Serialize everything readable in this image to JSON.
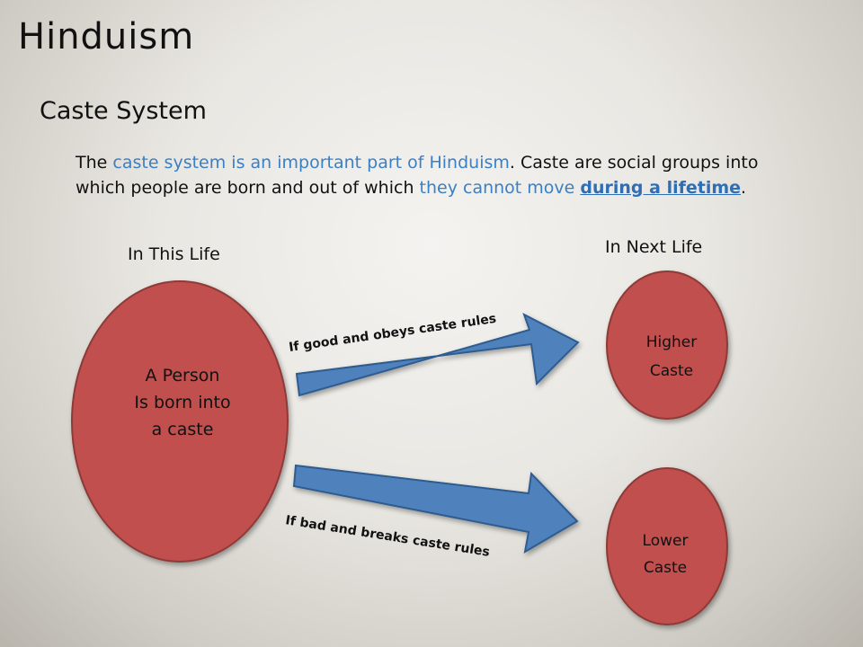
{
  "title": "Hinduism",
  "subtitle": "Caste System",
  "intro": {
    "p1": "The ",
    "p2": "caste system is an important part of Hinduism",
    "p3": ". Caste are social groups into which people are born and out of which ",
    "p4": "they cannot move ",
    "p5": "during a lifetime",
    "p6": "."
  },
  "labels": {
    "this_life": "In This Life",
    "next_life": "In Next Life"
  },
  "nodes": {
    "person": [
      "A Person",
      "Is born into",
      "a caste"
    ],
    "higher": [
      "Higher",
      "Caste"
    ],
    "lower": [
      "Lower",
      "Caste"
    ]
  },
  "arrows": {
    "good": "If good and obeys caste rules",
    "bad": "If bad and breaks caste rules"
  },
  "colors": {
    "node_fill": "#c0504d",
    "arrow_fill": "#4f81bd",
    "highlight_text": "#3b7fc4"
  }
}
